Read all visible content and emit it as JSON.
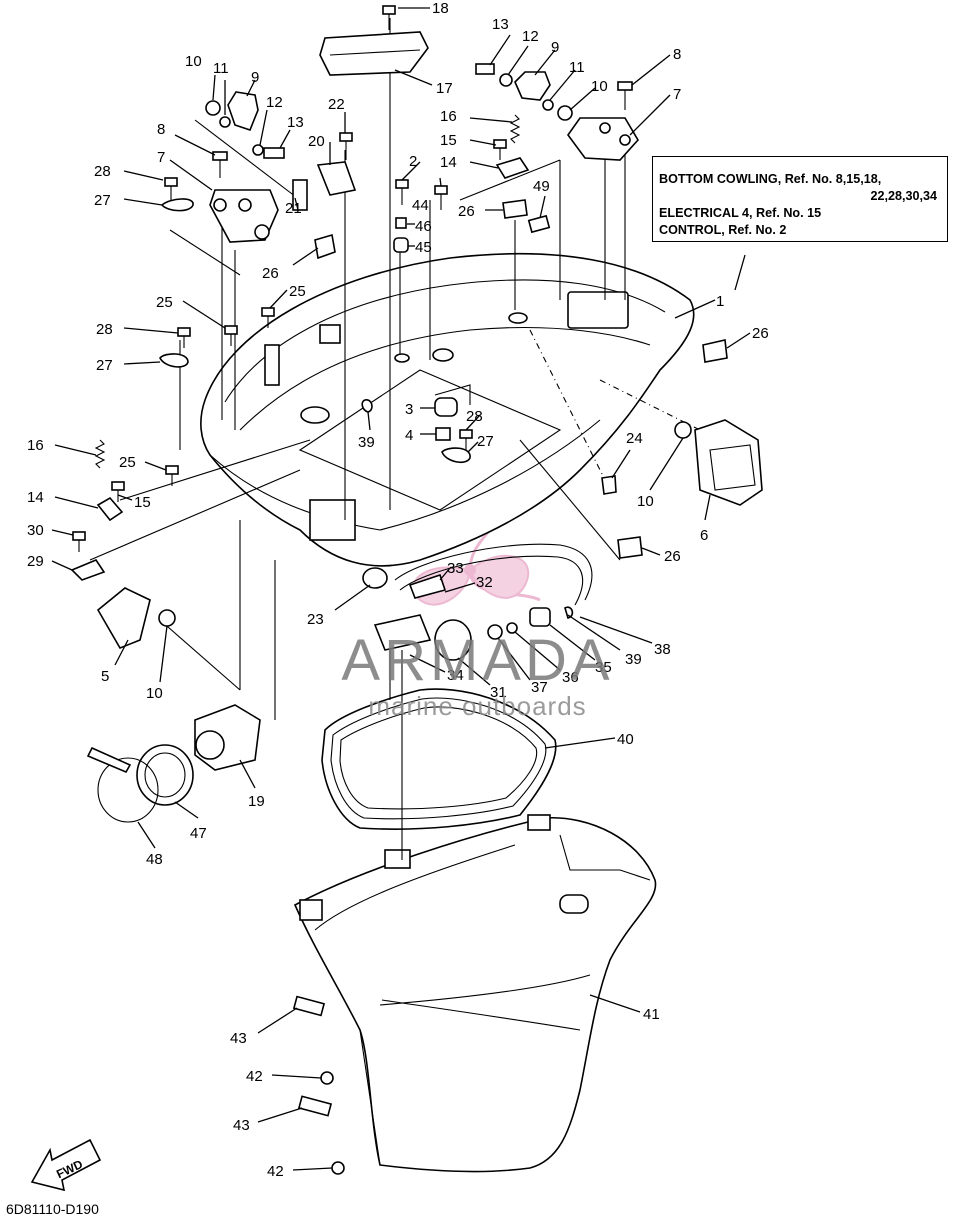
{
  "diagram": {
    "info_box": {
      "line1": "BOTTOM COWLING, Ref. No. 8,15,18,",
      "line2": "22,28,30,34",
      "line3": "ELECTRICAL 4, Ref. No. 15",
      "line4": "CONTROL, Ref. No. 2"
    },
    "watermark": {
      "brand": "ARMADA",
      "tagline": "marine outboards",
      "accent_color": "#e8a2c4"
    },
    "diagram_code": "6D81110-D190",
    "fwd_label": "FWD",
    "callouts": [
      {
        "id": "c18a",
        "text": "18"
      },
      {
        "id": "c17",
        "text": "17"
      },
      {
        "id": "c13a",
        "text": "13"
      },
      {
        "id": "c12a",
        "text": "12"
      },
      {
        "id": "c9a",
        "text": "9"
      },
      {
        "id": "c8a",
        "text": "8"
      },
      {
        "id": "c11a",
        "text": "11"
      },
      {
        "id": "c10a",
        "text": "10"
      },
      {
        "id": "c7a",
        "text": "7"
      },
      {
        "id": "c16a",
        "text": "16"
      },
      {
        "id": "c15a",
        "text": "15"
      },
      {
        "id": "c14a",
        "text": "14"
      },
      {
        "id": "c10b",
        "text": "10"
      },
      {
        "id": "c11b",
        "text": "11"
      },
      {
        "id": "c9b",
        "text": "9"
      },
      {
        "id": "c12b",
        "text": "12"
      },
      {
        "id": "c13b",
        "text": "13"
      },
      {
        "id": "c22",
        "text": "22"
      },
      {
        "id": "c20",
        "text": "20"
      },
      {
        "id": "c8b",
        "text": "8"
      },
      {
        "id": "c7b",
        "text": "7"
      },
      {
        "id": "c28a",
        "text": "28"
      },
      {
        "id": "c27a",
        "text": "27"
      },
      {
        "id": "c21",
        "text": "21"
      },
      {
        "id": "c26a",
        "text": "26"
      },
      {
        "id": "c2",
        "text": "2"
      },
      {
        "id": "c44",
        "text": "44"
      },
      {
        "id": "c46",
        "text": "46"
      },
      {
        "id": "c45",
        "text": "45"
      },
      {
        "id": "c26b",
        "text": "26"
      },
      {
        "id": "c49",
        "text": "49"
      },
      {
        "id": "c1",
        "text": "1"
      },
      {
        "id": "c26c",
        "text": "26"
      },
      {
        "id": "c25a",
        "text": "25"
      },
      {
        "id": "c25b",
        "text": "25"
      },
      {
        "id": "c28b",
        "text": "28"
      },
      {
        "id": "c27b",
        "text": "27"
      },
      {
        "id": "c3",
        "text": "3"
      },
      {
        "id": "c28c",
        "text": "28"
      },
      {
        "id": "c4",
        "text": "4"
      },
      {
        "id": "c27c",
        "text": "27"
      },
      {
        "id": "c39a",
        "text": "39"
      },
      {
        "id": "c16b",
        "text": "16"
      },
      {
        "id": "c25c",
        "text": "25"
      },
      {
        "id": "c15b",
        "text": "15"
      },
      {
        "id": "c14b",
        "text": "14"
      },
      {
        "id": "c30",
        "text": "30"
      },
      {
        "id": "c29",
        "text": "29"
      },
      {
        "id": "c24",
        "text": "24"
      },
      {
        "id": "c10c",
        "text": "10"
      },
      {
        "id": "c6",
        "text": "6"
      },
      {
        "id": "c26d",
        "text": "26"
      },
      {
        "id": "c33",
        "text": "33"
      },
      {
        "id": "c32",
        "text": "32"
      },
      {
        "id": "c23",
        "text": "23"
      },
      {
        "id": "c38",
        "text": "38"
      },
      {
        "id": "c39b",
        "text": "39"
      },
      {
        "id": "c35",
        "text": "35"
      },
      {
        "id": "c36",
        "text": "36"
      },
      {
        "id": "c37",
        "text": "37"
      },
      {
        "id": "c31",
        "text": "31"
      },
      {
        "id": "c34",
        "text": "34"
      },
      {
        "id": "c5",
        "text": "5"
      },
      {
        "id": "c10d",
        "text": "10"
      },
      {
        "id": "c40",
        "text": "40"
      },
      {
        "id": "c19",
        "text": "19"
      },
      {
        "id": "c47",
        "text": "47"
      },
      {
        "id": "c48",
        "text": "48"
      },
      {
        "id": "c41",
        "text": "41"
      },
      {
        "id": "c43a",
        "text": "43"
      },
      {
        "id": "c42a",
        "text": "42"
      },
      {
        "id": "c43b",
        "text": "43"
      },
      {
        "id": "c42b",
        "text": "42"
      }
    ]
  }
}
